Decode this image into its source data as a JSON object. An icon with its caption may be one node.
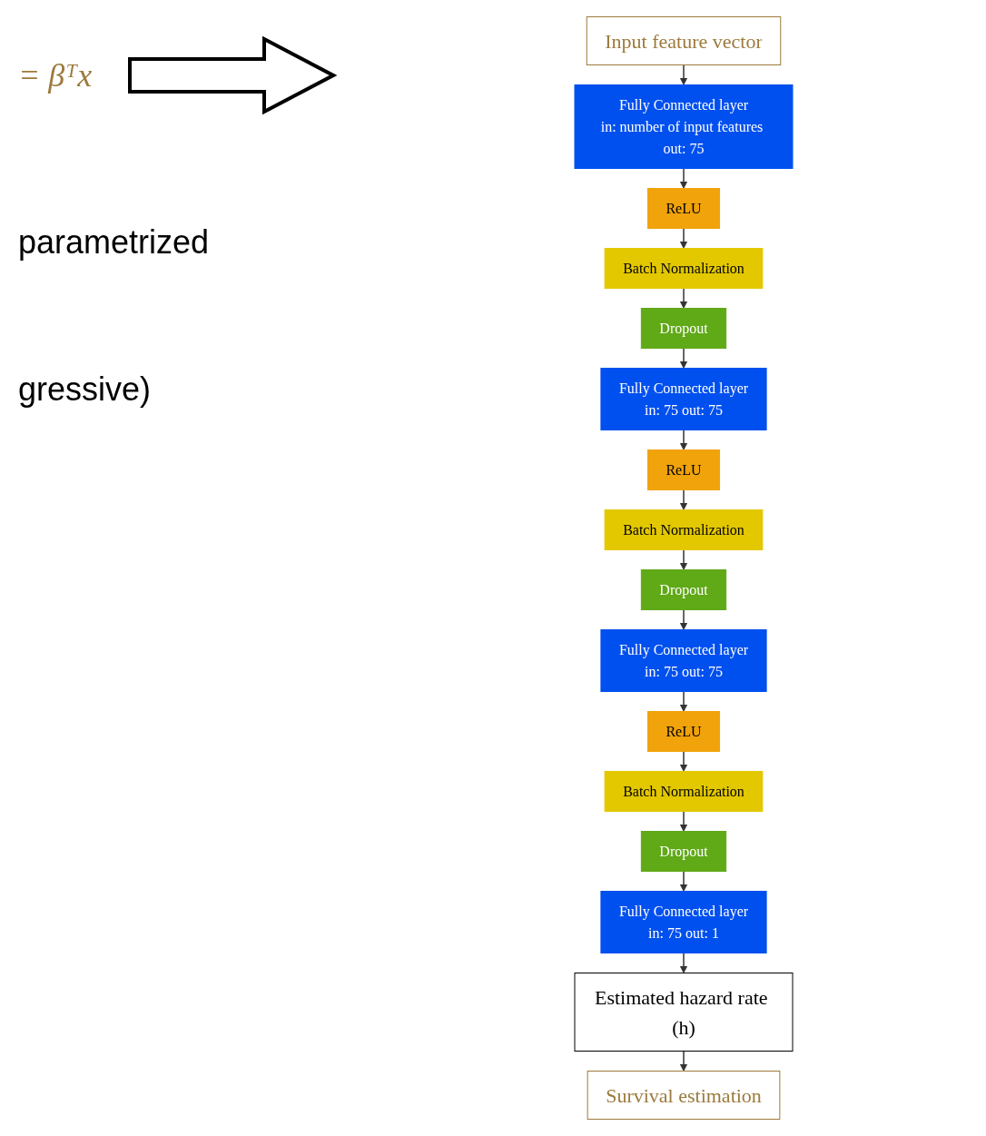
{
  "diagram": {
    "nodes": [
      {
        "text": [
          "Input feature vector"
        ]
      },
      {
        "text": [
          "Fully Connected layer",
          "in: number of input features out: 75"
        ]
      },
      {
        "text": [
          "ReLU"
        ]
      },
      {
        "text": [
          "Batch Normalization"
        ]
      },
      {
        "text": [
          "Dropout"
        ]
      },
      {
        "text": [
          "Fully Connected layer",
          "in: 75 out: 75"
        ]
      },
      {
        "text": [
          "ReLU"
        ]
      },
      {
        "text": [
          "Batch Normalization"
        ]
      },
      {
        "text": [
          "Dropout"
        ]
      },
      {
        "text": [
          "Fully Connected layer",
          "in: 75 out: 75"
        ]
      },
      {
        "text": [
          "ReLU"
        ]
      },
      {
        "text": [
          "Batch Normalization"
        ]
      },
      {
        "text": [
          "Dropout"
        ]
      },
      {
        "text": [
          "Fully Connected layer",
          "in: 75 out: 1"
        ]
      },
      {
        "text": [
          "Estimated hazard rate (h)"
        ]
      },
      {
        "text": [
          "Survival estimation"
        ]
      }
    ],
    "edges": [
      {
        "from": 0,
        "to": 1,
        "arrow": "to"
      },
      {
        "from": 1,
        "to": 2,
        "arrow": "to"
      },
      {
        "from": 2,
        "to": 3,
        "arrow": "to"
      },
      {
        "from": 3,
        "to": 4,
        "arrow": "to"
      },
      {
        "from": 4,
        "to": 5,
        "arrow": "to"
      },
      {
        "from": 5,
        "to": 6,
        "arrow": "to"
      },
      {
        "from": 6,
        "to": 7,
        "arrow": "to"
      },
      {
        "from": 7,
        "to": 8,
        "arrow": "to"
      },
      {
        "from": 8,
        "to": 9,
        "arrow": "to"
      },
      {
        "from": 9,
        "to": 10,
        "arrow": "to"
      },
      {
        "from": 10,
        "to": 11,
        "arrow": "to"
      },
      {
        "from": 11,
        "to": 12,
        "arrow": "to"
      },
      {
        "from": 12,
        "to": 13,
        "arrow": "to"
      },
      {
        "from": 13,
        "to": 14,
        "arrow": "to"
      },
      {
        "from": 14,
        "to": 15,
        "arrow": "to"
      }
    ],
    "labels": [
      "= βᵀx",
      "parametrized",
      "gressive)"
    ]
  }
}
